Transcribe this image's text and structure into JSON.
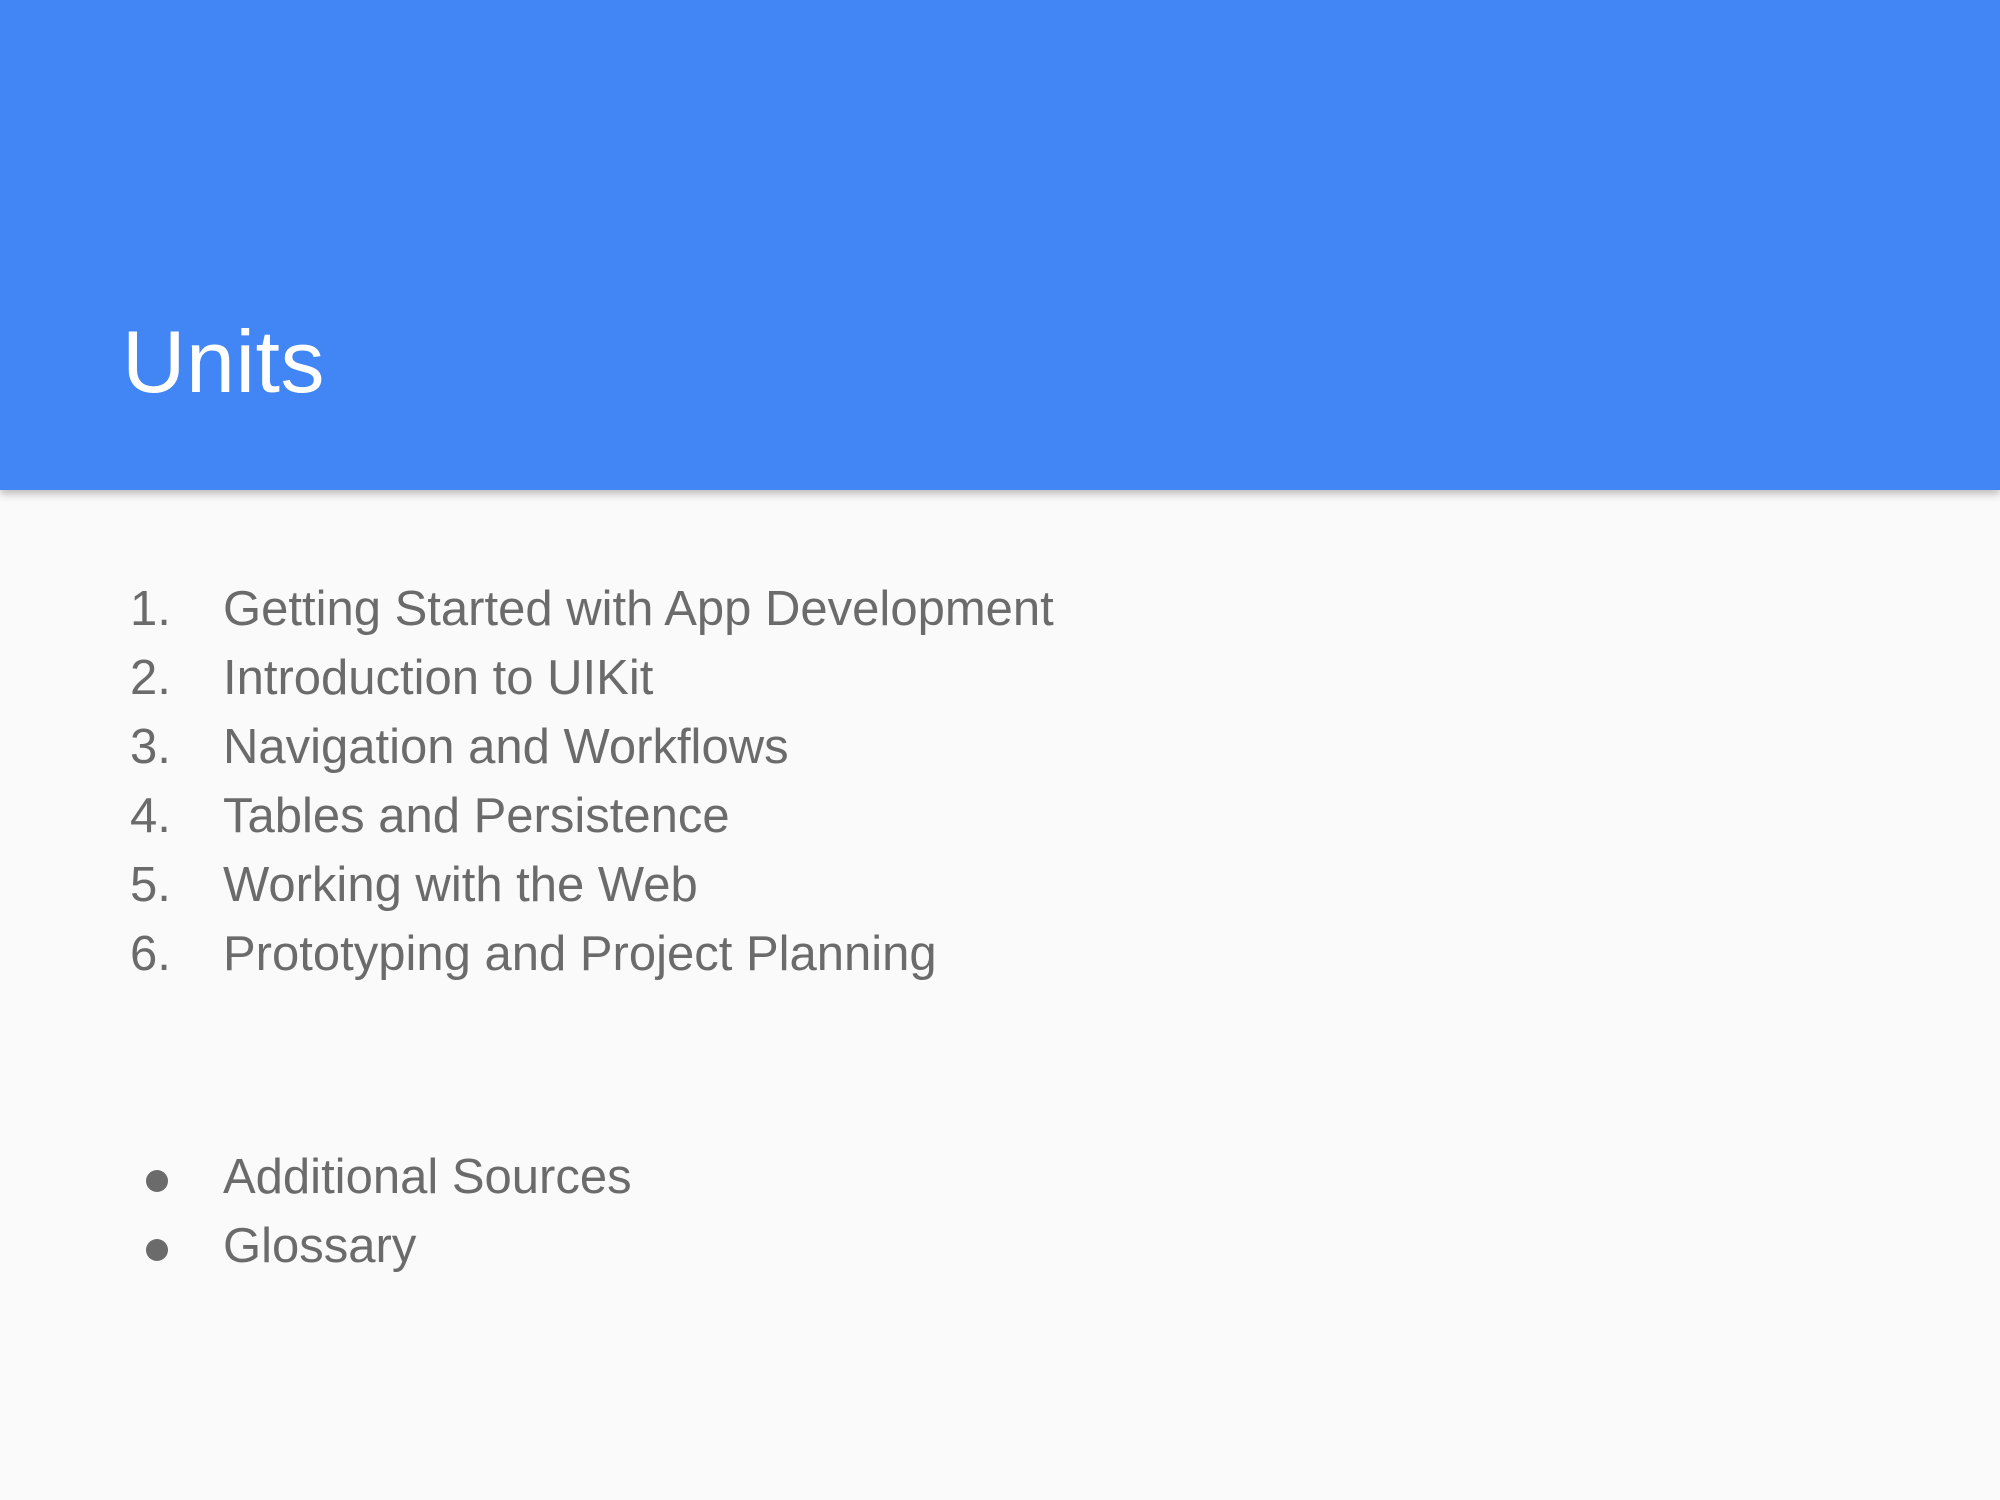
{
  "slide": {
    "title": "Units",
    "colors": {
      "header_background": "#4285f4",
      "page_background": "#fafafa",
      "title_text": "#ffffff",
      "body_text": "#6b6b6b"
    }
  },
  "units": [
    {
      "marker": "1.",
      "label": "Getting Started with App Development"
    },
    {
      "marker": "2.",
      "label": "Introduction to UIKit"
    },
    {
      "marker": "3.",
      "label": "Navigation and Workflows"
    },
    {
      "marker": "4.",
      "label": "Tables and Persistence"
    },
    {
      "marker": "5.",
      "label": "Working with the Web"
    },
    {
      "marker": "6.",
      "label": "Prototyping and Project Planning"
    }
  ],
  "extras": [
    {
      "label": "Additional Sources",
      "icon": "bullet-dot"
    },
    {
      "label": "Glossary",
      "icon": "bullet-dot"
    }
  ]
}
